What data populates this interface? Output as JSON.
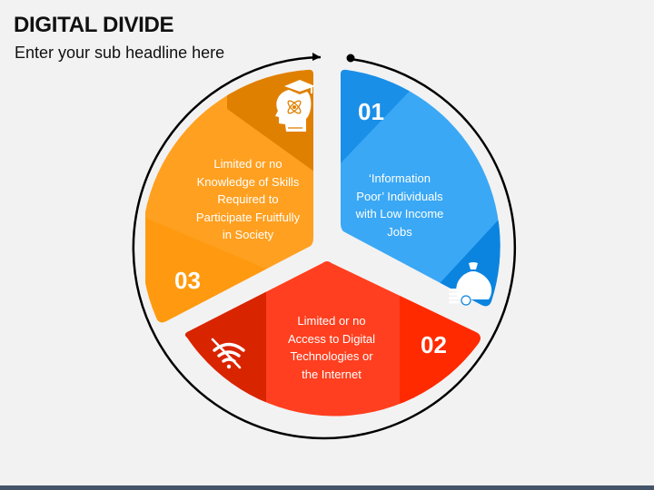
{
  "header": {
    "title": "DIGITAL DIVIDE",
    "subtitle": "Enter your sub headline here"
  },
  "segments": [
    {
      "number": "01",
      "text": "‘Information Poor’ Individuals with Low Income Jobs",
      "lines": [
        "‘Information",
        "Poor’ Individuals",
        "with Low Income",
        "Jobs"
      ],
      "icon": "money-bag-icon",
      "colors": {
        "main": "#3aa8f5",
        "dark": "#1a8fe8",
        "darker": "#0b84df"
      }
    },
    {
      "number": "02",
      "text": "Limited or no Access to Digital Technologies or the Internet",
      "lines": [
        "Limited or no",
        "Access to Digital",
        "Technologies or",
        "the Internet"
      ],
      "icon": "no-wifi-icon",
      "colors": {
        "main": "#ff3f1f",
        "dark": "#d92400",
        "right": "#ff2a00"
      }
    },
    {
      "number": "03",
      "text": "Limited or no Knowledge of Skills Required to Participate Fruitfully in Society",
      "lines": [
        "Limited or no",
        "Knowledge of Skills",
        "Required to",
        "Participate Fruitfully",
        "in Society"
      ],
      "icon": "knowledge-head-icon",
      "colors": {
        "main": "#ffa020",
        "dark": "#e08000",
        "light": "#ff9a10"
      }
    }
  ],
  "footer": {
    "color": "#44546a"
  }
}
